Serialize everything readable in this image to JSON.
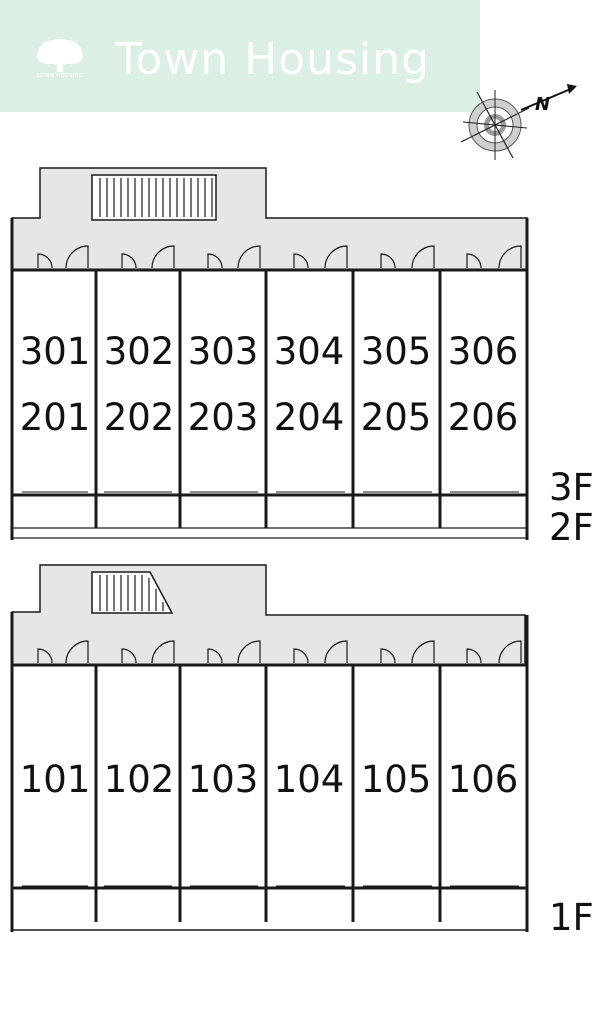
{
  "header": {
    "brand": "Town Housing",
    "logo_text": "TOWN HOUSING"
  },
  "compass": {
    "north_label": "N",
    "icon": "compass-icon"
  },
  "upper_block": {
    "units_3f": [
      "301",
      "302",
      "303",
      "304",
      "305",
      "306"
    ],
    "units_2f": [
      "201",
      "202",
      "203",
      "204",
      "205",
      "206"
    ],
    "floor_labels": [
      "3F",
      "2F"
    ]
  },
  "lower_block": {
    "units_1f": [
      "101",
      "102",
      "103",
      "104",
      "105",
      "106"
    ],
    "floor_labels": [
      "1F"
    ]
  },
  "colors": {
    "banner": "#dcefe5",
    "corridor": "#e6e6e6",
    "lines": "#1a1a1a"
  }
}
